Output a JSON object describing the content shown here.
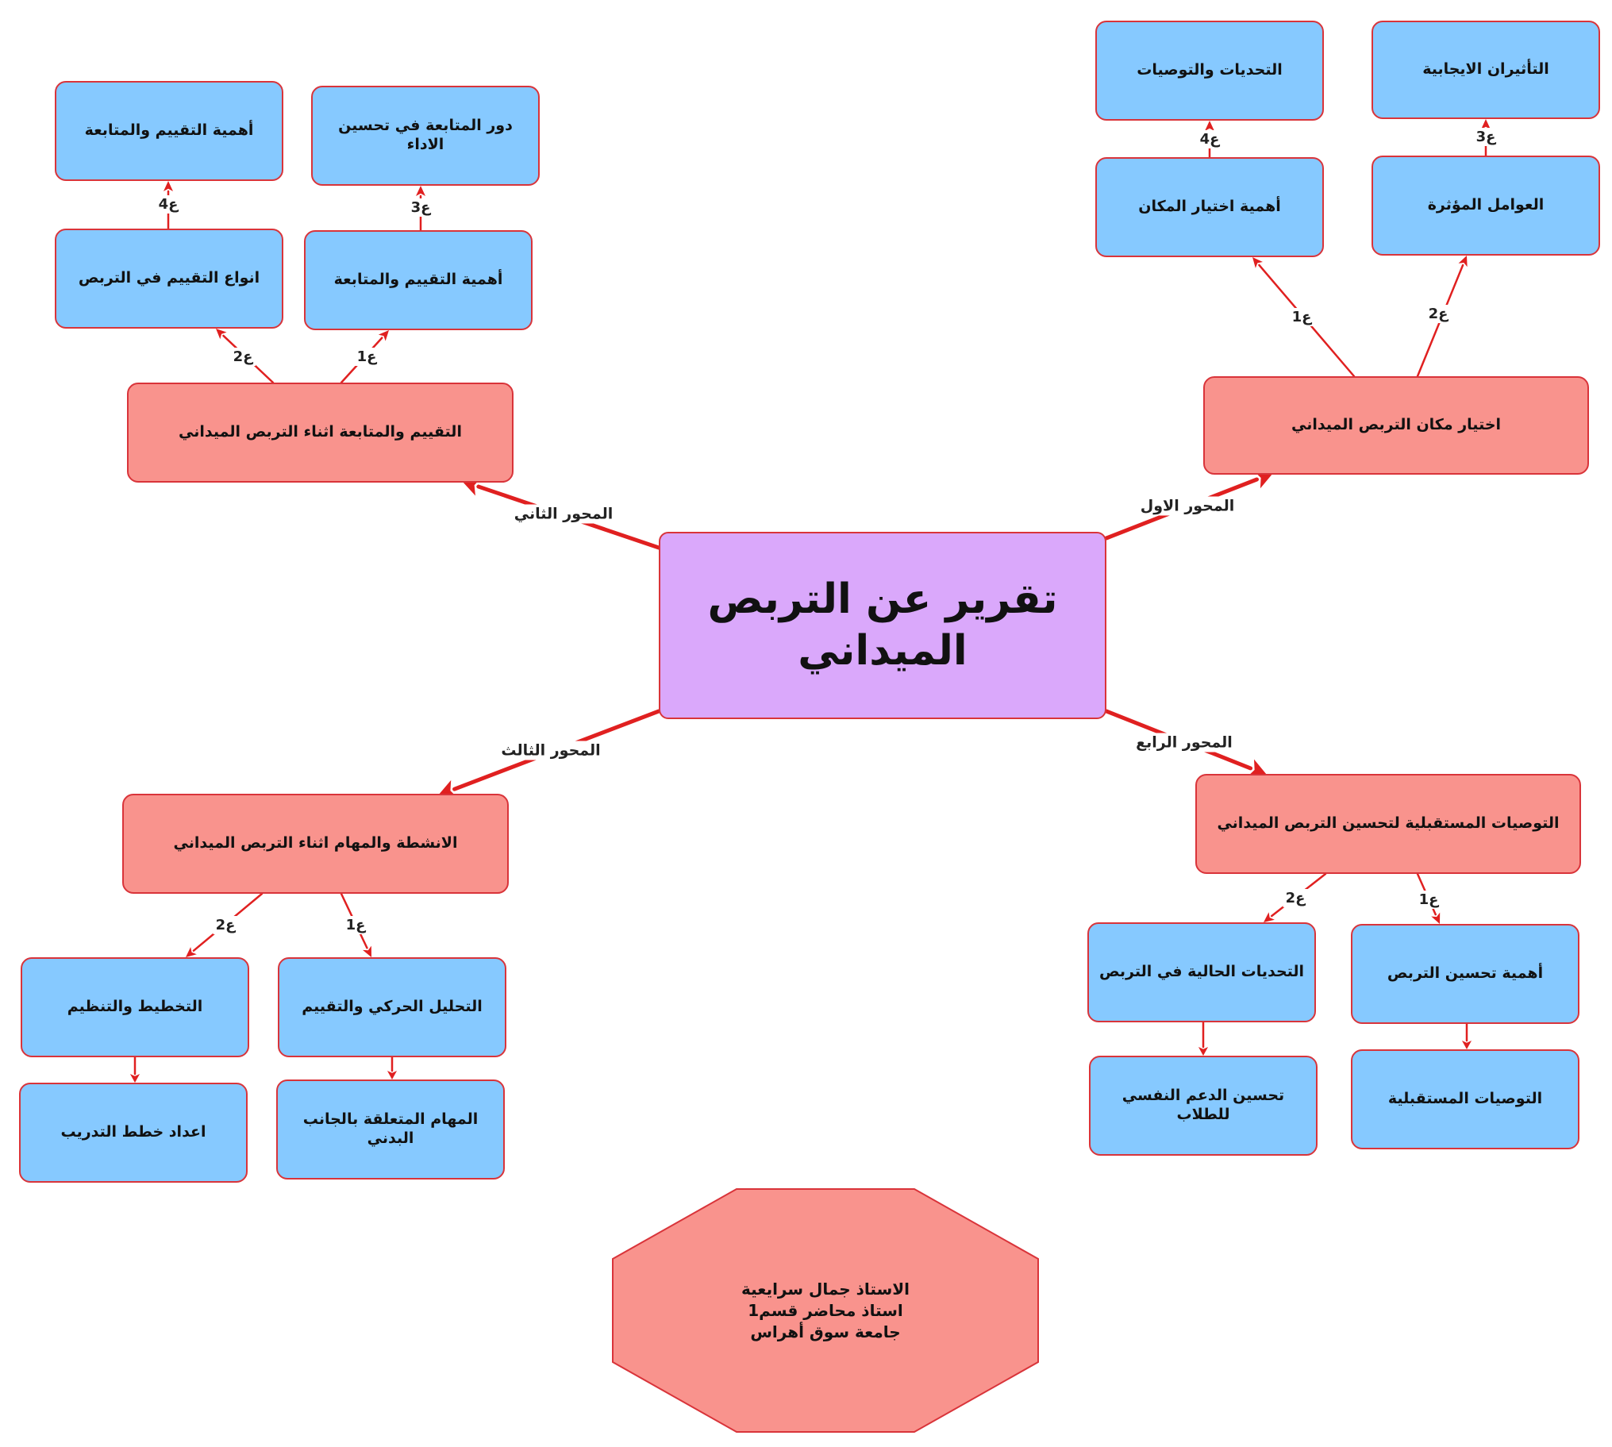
{
  "center": {
    "title": "تقرير عن التربص الميداني"
  },
  "axes": [
    {
      "label": "المحور الاول",
      "title": "اختيار مكان التربص الميداني",
      "children": [
        {
          "edge_label": "ع1",
          "title": "أهمية اختيار المكان",
          "leaf_edge_label": "ع4",
          "leaf": "التحديات والتوصيات"
        },
        {
          "edge_label": "ع2",
          "title": "العوامل المؤثرة",
          "leaf_edge_label": "ع3",
          "leaf": "التأثيران الايجابية"
        }
      ]
    },
    {
      "label": "المحور الثاني",
      "title": "التقييم والمتابعة اثناء التربص الميداني",
      "children": [
        {
          "edge_label": "ع1",
          "title": "أهمية التقييم والمتابعة",
          "leaf_edge_label": "ع3",
          "leaf": "دور المتابعة في تحسين الاداء"
        },
        {
          "edge_label": "ع2",
          "title": "انواع التقييم في التربص",
          "leaf_edge_label": "ع4",
          "leaf": "أهمية التقييم والمتابعة"
        }
      ]
    },
    {
      "label": "المحور الثالث",
      "title": "الانشطة والمهام اثناء التربص الميداني",
      "children": [
        {
          "edge_label": "ع1",
          "title": "التحليل الحركي والتقييم",
          "leaf": "المهام المتعلقة بالجانب البدني"
        },
        {
          "edge_label": "ع2",
          "title": "التخطيط والتنظيم",
          "leaf": "اعداد خطط التدريب"
        }
      ]
    },
    {
      "label": "المحور الرابع",
      "title": "التوصيات المستقبلية لتحسين التربص الميداني",
      "children": [
        {
          "edge_label": "ع1",
          "title": "أهمية تحسين التربص",
          "leaf": "التوصيات المستقبلية"
        },
        {
          "edge_label": "ع2",
          "title": "التحديات الحالية في التربص",
          "leaf": "تحسين الدعم النفسي للطلاب"
        }
      ]
    }
  ],
  "author": {
    "line1": "الاستاذ جمال سرايعية",
    "line2": "استاذ محاضر قسم1",
    "line3": "جامعة سوق أهراس"
  },
  "colors": {
    "center_fill": "#daa8fb",
    "axis_fill": "#f9938d",
    "leaf_fill": "#86c9ff",
    "edge": "#e02020",
    "border": "#d9343a"
  }
}
